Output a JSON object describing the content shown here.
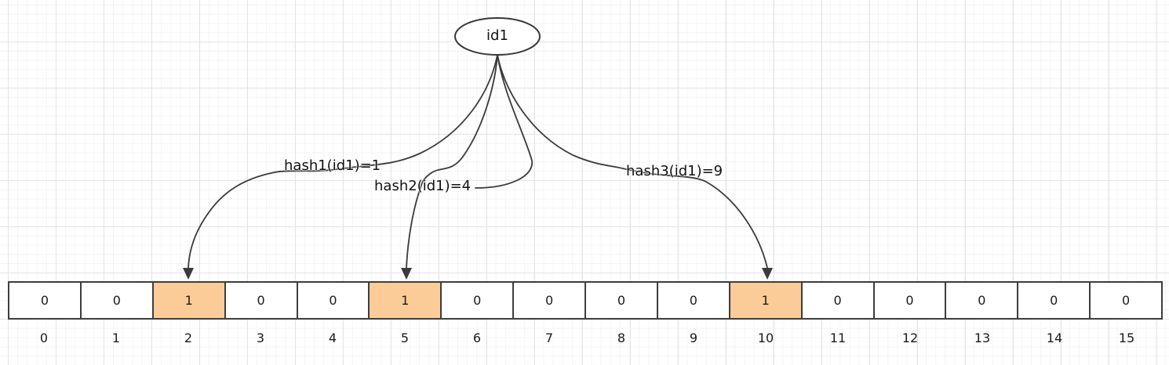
{
  "diagram": {
    "title": "bloom-filter-diagram",
    "node_label": "id1",
    "hash_labels": [
      {
        "text": "hash1(id1)=1",
        "target_index": 2
      },
      {
        "text": "hash2(id1)=4",
        "target_index": 5
      },
      {
        "text": "hash3(id1)=9",
        "target_index": 10
      }
    ],
    "array": {
      "values": [
        "0",
        "0",
        "1",
        "0",
        "0",
        "1",
        "0",
        "0",
        "0",
        "0",
        "1",
        "0",
        "0",
        "0",
        "0",
        "0"
      ],
      "indices": [
        "0",
        "1",
        "2",
        "3",
        "4",
        "5",
        "6",
        "7",
        "8",
        "9",
        "10",
        "11",
        "12",
        "13",
        "14",
        "15"
      ]
    },
    "colors": {
      "highlight_fill": "#fbcc98",
      "line": "#3a3a3a"
    }
  }
}
